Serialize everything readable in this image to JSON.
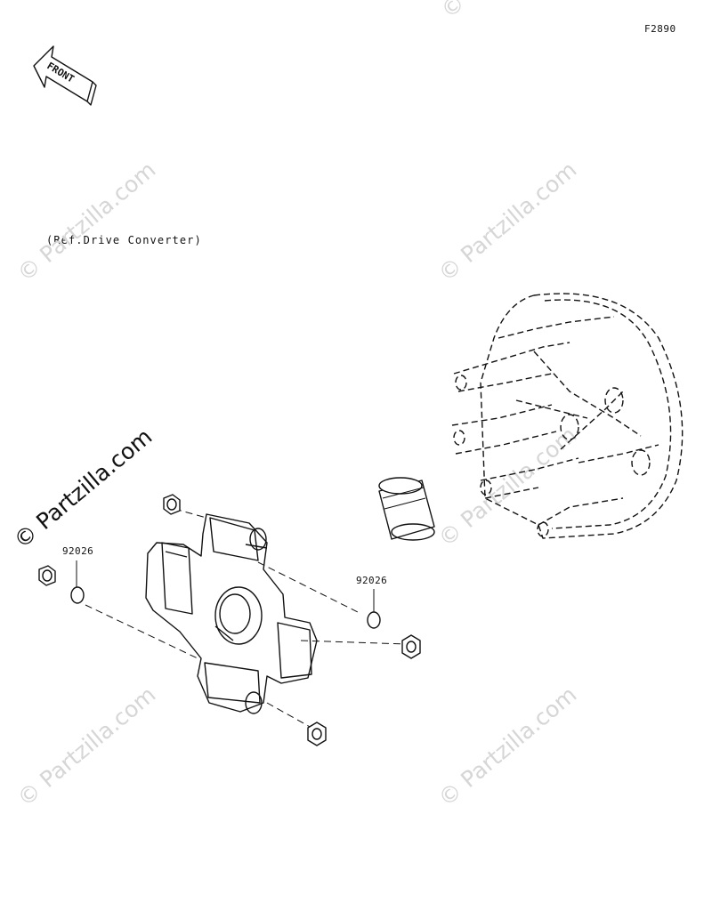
{
  "figure_code": "F2890",
  "front_label": "FRONT",
  "reference_note": "(Ref.Drive Converter)",
  "callouts": [
    {
      "part_number": "92026"
    },
    {
      "part_number": "92026"
    }
  ],
  "watermark": {
    "text": "© Partzilla.com",
    "color": "#d6d6d6",
    "strong_color": "#111111"
  },
  "colors": {
    "line": "#111111",
    "background": "#ffffff"
  }
}
